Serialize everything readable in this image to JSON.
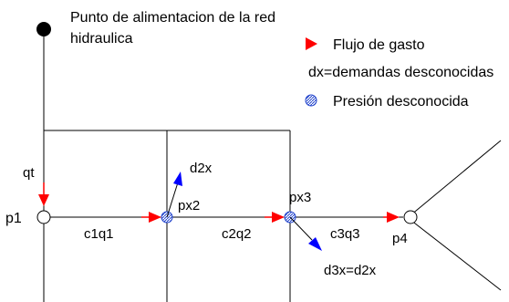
{
  "source": {
    "label_line1": "Punto de alimentacion de la red",
    "label_line2": "hidraulica"
  },
  "legend": {
    "flow": "Flujo de gasto",
    "demands": "dx=demandas desconocidas",
    "pressure": "Presión desconocida"
  },
  "labels": {
    "qt": "qt",
    "p1": "p1",
    "d2x": "d2x",
    "px2": "px2",
    "px3": "px3",
    "c1q1": "c1q1",
    "c2q2": "c2q2",
    "c3q3": "c3q3",
    "p4": "p4",
    "d3x": "d3x=d2x"
  },
  "colors": {
    "line": "#000000",
    "flow_arrow": "#ff0000",
    "demand_arrow": "#0000ff",
    "unknown_pressure_node": "#3355cc",
    "source_node": "#000000"
  }
}
